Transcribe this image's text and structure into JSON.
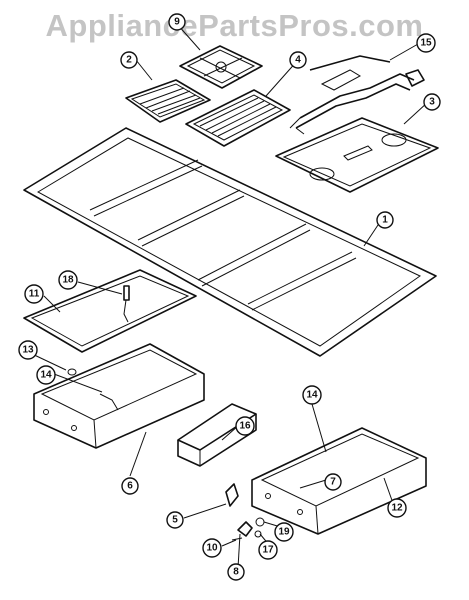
{
  "watermark": "AppliancePartsPros.com",
  "callouts": [
    {
      "id": "c1",
      "label": "1"
    },
    {
      "id": "c2",
      "label": "2"
    },
    {
      "id": "c3",
      "label": "3"
    },
    {
      "id": "c4",
      "label": "4"
    },
    {
      "id": "c5",
      "label": "5"
    },
    {
      "id": "c6",
      "label": "6"
    },
    {
      "id": "c7",
      "label": "7"
    },
    {
      "id": "c8",
      "label": "8"
    },
    {
      "id": "c9",
      "label": "9"
    },
    {
      "id": "c10",
      "label": "10"
    },
    {
      "id": "c11",
      "label": "11"
    },
    {
      "id": "c12",
      "label": "12"
    },
    {
      "id": "c13",
      "label": "13"
    },
    {
      "id": "c14a",
      "label": "14"
    },
    {
      "id": "c14b",
      "label": "14"
    },
    {
      "id": "c15",
      "label": "15"
    },
    {
      "id": "c16",
      "label": "16"
    },
    {
      "id": "c17",
      "label": "17"
    },
    {
      "id": "c18",
      "label": "18"
    },
    {
      "id": "c19",
      "label": "19"
    }
  ]
}
